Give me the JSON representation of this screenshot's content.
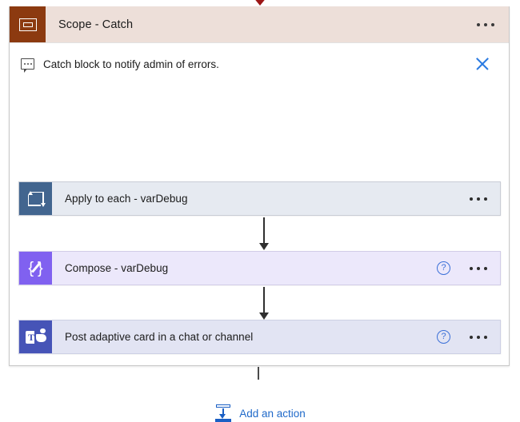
{
  "canvas": {
    "incoming_connector": "arrowhead-down",
    "incoming_connector_color": "#9c1616",
    "outgoing_connector": "line-stub"
  },
  "scope": {
    "icon": "scope-rectangle-icon",
    "title": "Scope - Catch",
    "header_bg": "#eddfd9",
    "header_icon_bg": "#8c3a10",
    "overflow_menu": "ellipsis-icon"
  },
  "comment": {
    "icon": "comment-bubble-icon",
    "text": "Catch block to notify admin of errors.",
    "close": "close-icon",
    "close_color": "#2a7ae2"
  },
  "actions": [
    {
      "icon": "loop-apply-to-each-icon",
      "label": "Apply to each - varDebug",
      "tile_color": "#42658f",
      "card_color": "#e6eaf1",
      "has_help": false,
      "overflow_menu": "ellipsis-icon"
    },
    {
      "icon": "compose-braces-pencil-icon",
      "label": "Compose - varDebug",
      "tile_color": "#8061f0",
      "card_color": "#ece8fb",
      "has_help": true,
      "help_glyph": "?",
      "overflow_menu": "ellipsis-icon"
    },
    {
      "icon": "microsoft-teams-icon",
      "label": "Post adaptive card in a chat or channel",
      "tile_color": "#4654b7",
      "card_color": "#e2e4f3",
      "has_help": true,
      "help_glyph": "?",
      "overflow_menu": "ellipsis-icon"
    }
  ],
  "add_action": {
    "icon": "insert-action-icon",
    "label": "Add an action",
    "color": "#1f69c9"
  }
}
